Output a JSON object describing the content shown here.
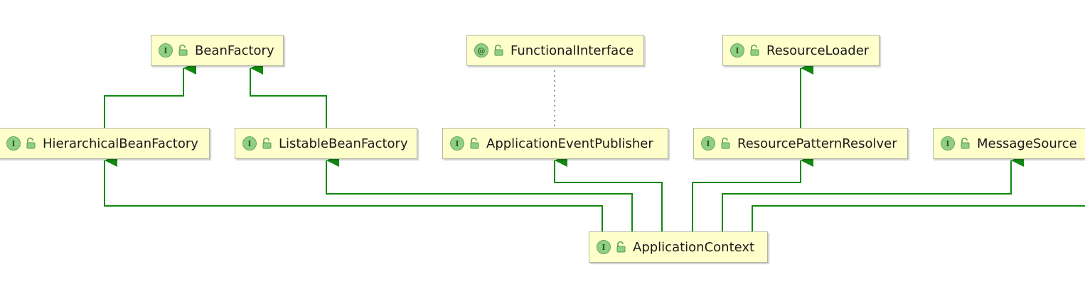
{
  "colors": {
    "node_fill": "#ffffcc",
    "node_border": "#b5b5a0",
    "badge": "#8fcf83",
    "edge": "#118811",
    "dotted_edge": "#777777"
  },
  "nodes": {
    "bean_factory": {
      "badge": "I",
      "icon": "unlocked-icon",
      "label": "BeanFactory"
    },
    "functional_interface": {
      "badge": "@",
      "icon": "unlocked-icon",
      "label": "FunctionalInterface"
    },
    "resource_loader": {
      "badge": "I",
      "icon": "unlocked-icon",
      "label": "ResourceLoader"
    },
    "hierarchical_bean_factory": {
      "badge": "I",
      "icon": "unlocked-icon",
      "label": "HierarchicalBeanFactory"
    },
    "listable_bean_factory": {
      "badge": "I",
      "icon": "unlocked-icon",
      "label": "ListableBeanFactory"
    },
    "application_event_publisher": {
      "badge": "I",
      "icon": "unlocked-icon",
      "label": "ApplicationEventPublisher"
    },
    "resource_pattern_resolver": {
      "badge": "I",
      "icon": "unlocked-icon",
      "label": "ResourcePatternResolver"
    },
    "message_source": {
      "badge": "I",
      "icon": "unlocked-icon",
      "label": "MessageSource"
    },
    "application_context": {
      "badge": "I",
      "icon": "unlocked-icon",
      "label": "ApplicationContext"
    }
  },
  "edges": [
    {
      "from": "hierarchical_bean_factory",
      "to": "bean_factory",
      "kind": "extends"
    },
    {
      "from": "listable_bean_factory",
      "to": "bean_factory",
      "kind": "extends"
    },
    {
      "from": "application_event_publisher",
      "to": "functional_interface",
      "kind": "annotated"
    },
    {
      "from": "resource_pattern_resolver",
      "to": "resource_loader",
      "kind": "extends"
    },
    {
      "from": "application_context",
      "to": "hierarchical_bean_factory",
      "kind": "extends"
    },
    {
      "from": "application_context",
      "to": "listable_bean_factory",
      "kind": "extends"
    },
    {
      "from": "application_context",
      "to": "application_event_publisher",
      "kind": "extends"
    },
    {
      "from": "application_context",
      "to": "resource_pattern_resolver",
      "kind": "extends"
    },
    {
      "from": "application_context",
      "to": "message_source",
      "kind": "extends"
    }
  ]
}
